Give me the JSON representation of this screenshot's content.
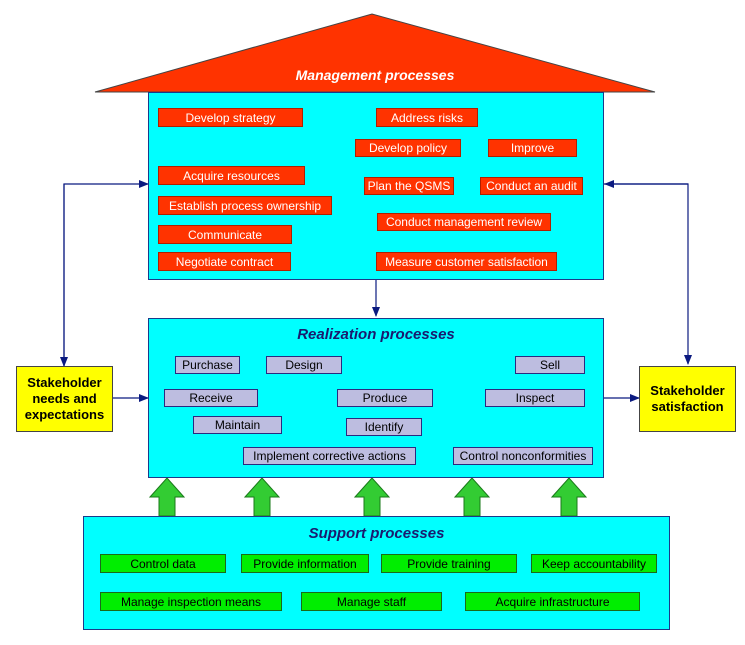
{
  "colors": {
    "frame_fill": "#00ffff",
    "management_box": "#ff3300",
    "realization_box": "#bdbde0",
    "support_box": "#00ee00",
    "stakeholder_box": "#ffff00",
    "arrow": "#0b1a80",
    "support_arrow": "#33cc33"
  },
  "management": {
    "title": "Management processes",
    "boxes": {
      "develop_strategy": "Develop strategy",
      "address_risks": "Address risks",
      "develop_policy": "Develop policy",
      "improve": "Improve",
      "acquire_resources": "Acquire resources",
      "plan_qsms": "Plan the QSMS",
      "conduct_audit": "Conduct an audit",
      "establish_ownership": "Establish process ownership",
      "conduct_review": "Conduct management review",
      "communicate": "Communicate",
      "negotiate_contract": "Negotiate contract",
      "measure_satisfaction": "Measure customer satisfaction"
    }
  },
  "realization": {
    "title": "Realization processes",
    "boxes": {
      "purchase": "Purchase",
      "design": "Design",
      "sell": "Sell",
      "receive": "Receive",
      "produce": "Produce",
      "inspect": "Inspect",
      "maintain": "Maintain",
      "identify": "Identify",
      "implement_corrective": "Implement corrective actions",
      "control_nonconformities": "Control nonconformities"
    }
  },
  "support": {
    "title": "Support processes",
    "boxes": {
      "control_data": "Control data",
      "provide_information": "Provide information",
      "provide_training": "Provide training",
      "keep_accountability": "Keep accountability",
      "manage_inspection": "Manage inspection means",
      "manage_staff": "Manage staff",
      "acquire_infrastructure": "Acquire infrastructure"
    }
  },
  "stakeholder": {
    "needs": "Stakeholder\nneeds and\nexpectations",
    "satisfaction": "Stakeholder\nsatisfaction"
  }
}
